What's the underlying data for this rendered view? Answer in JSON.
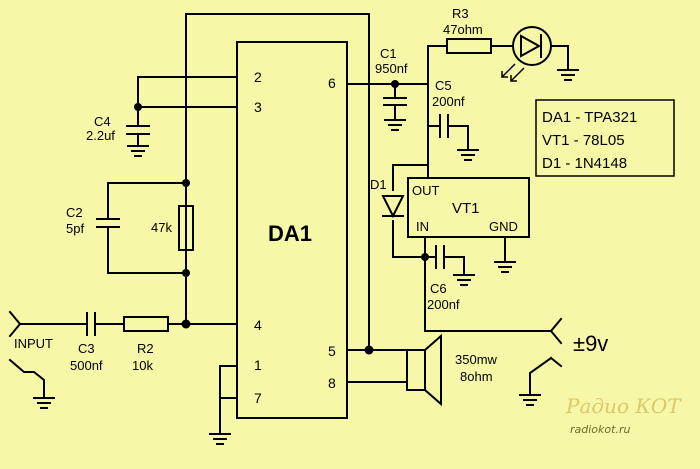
{
  "ic": {
    "name": "DA1",
    "pins": [
      "2",
      "3",
      "6",
      "4",
      "1",
      "7",
      "5",
      "8"
    ]
  },
  "regulator": {
    "name": "VT1",
    "out": "OUT",
    "in": "IN",
    "gnd": "GND"
  },
  "components": {
    "r3": {
      "ref": "R3",
      "value": "47ohm"
    },
    "c1": {
      "ref": "C1",
      "value": "950nf"
    },
    "c5": {
      "ref": "C5",
      "value": "200nf"
    },
    "c4": {
      "ref": "C4",
      "value": "2.2uf"
    },
    "c2": {
      "ref": "C2",
      "value": "5pf"
    },
    "r_fb": {
      "value": "47k"
    },
    "d1": {
      "ref": "D1"
    },
    "c6": {
      "ref": "C6",
      "value": "200nf"
    },
    "c3": {
      "ref": "C3",
      "value": "500nf"
    },
    "r2": {
      "ref": "R2",
      "value": "10k"
    },
    "speaker": {
      "power": "350mw",
      "impedance": "8ohm"
    }
  },
  "input_label": "INPUT",
  "supply_label": "±9v",
  "legend": [
    "DA1 - TPA321",
    "VT1 - 78L05",
    "D1   - 1N4148"
  ],
  "watermark": {
    "logo": "Радио КОТ",
    "site": "radiokot.ru"
  },
  "colors": {
    "background": "#f7f7a8",
    "wire": "#000000"
  }
}
